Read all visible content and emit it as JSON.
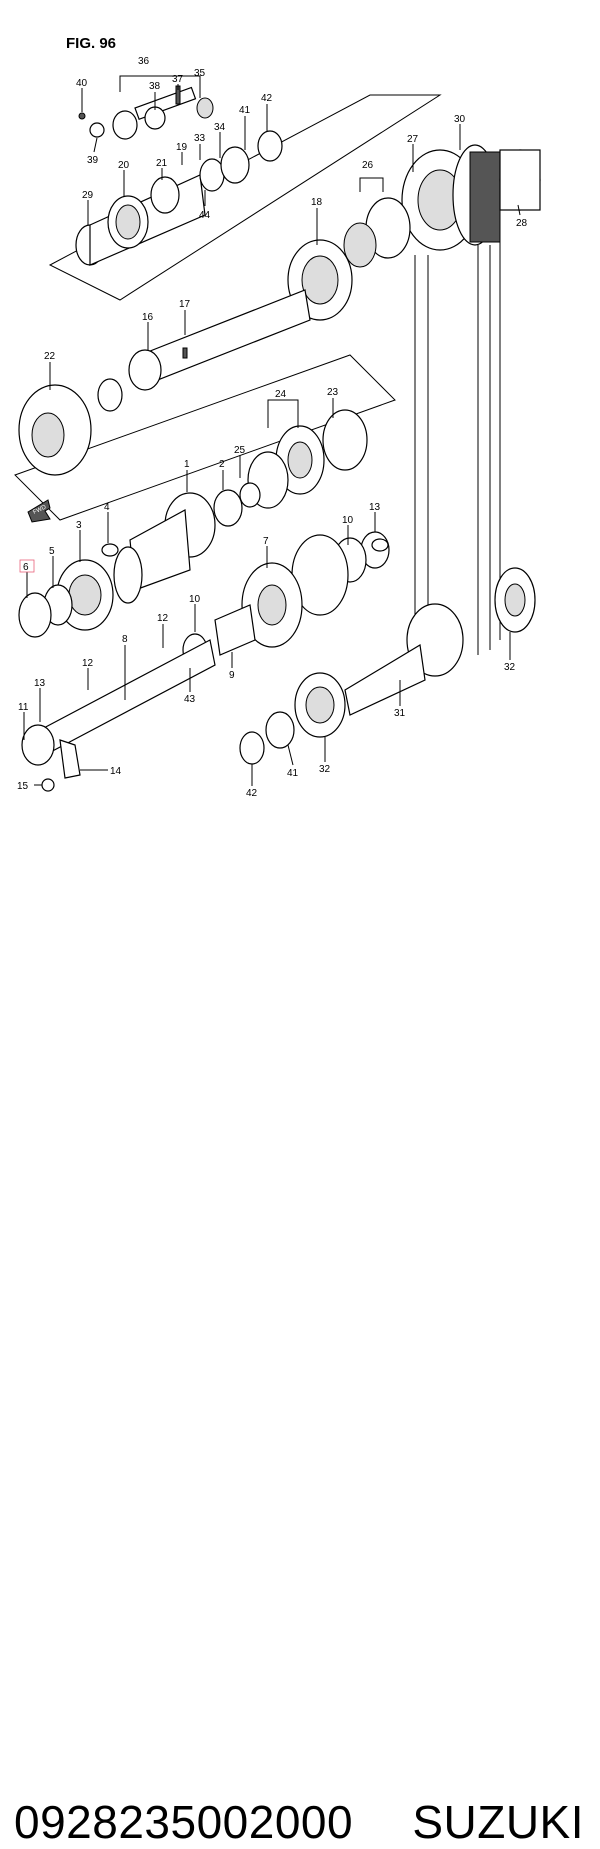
{
  "figure": {
    "title": "FIG. 96"
  },
  "callouts": [
    {
      "n": "40"
    },
    {
      "n": "36"
    },
    {
      "n": "37"
    },
    {
      "n": "35"
    },
    {
      "n": "38"
    },
    {
      "n": "41"
    },
    {
      "n": "42"
    },
    {
      "n": "39"
    },
    {
      "n": "20"
    },
    {
      "n": "21"
    },
    {
      "n": "19"
    },
    {
      "n": "33"
    },
    {
      "n": "34"
    },
    {
      "n": "30"
    },
    {
      "n": "29"
    },
    {
      "n": "44"
    },
    {
      "n": "26"
    },
    {
      "n": "27"
    },
    {
      "n": "28"
    },
    {
      "n": "18"
    },
    {
      "n": "17"
    },
    {
      "n": "16"
    },
    {
      "n": "22"
    },
    {
      "n": "24"
    },
    {
      "n": "23"
    },
    {
      "n": "1"
    },
    {
      "n": "2"
    },
    {
      "n": "25"
    },
    {
      "n": "4"
    },
    {
      "n": "13"
    },
    {
      "n": "3"
    },
    {
      "n": "10"
    },
    {
      "n": "5"
    },
    {
      "n": "7"
    },
    {
      "n": "6"
    },
    {
      "n": "10"
    },
    {
      "n": "12"
    },
    {
      "n": "8"
    },
    {
      "n": "12"
    },
    {
      "n": "9"
    },
    {
      "n": "43"
    },
    {
      "n": "13"
    },
    {
      "n": "32"
    },
    {
      "n": "11"
    },
    {
      "n": "31"
    },
    {
      "n": "14"
    },
    {
      "n": "41"
    },
    {
      "n": "32"
    },
    {
      "n": "15"
    },
    {
      "n": "42"
    }
  ],
  "fwd_label": "FWD",
  "footer": {
    "part_number": "0928235002000",
    "brand": "SUZUKI"
  }
}
